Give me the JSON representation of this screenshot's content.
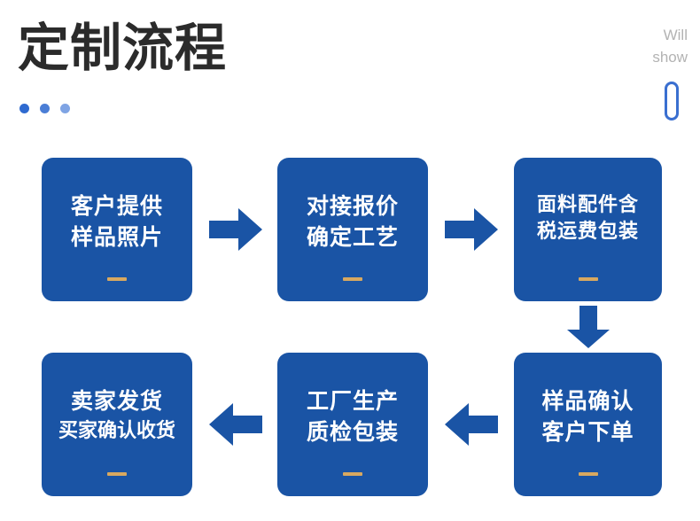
{
  "header": {
    "title": "定制流程",
    "dots": [
      {
        "name": "dot-1",
        "color": "#2f6ad0"
      },
      {
        "name": "dot-2",
        "color": "#4b7ed6"
      },
      {
        "name": "dot-3",
        "color": "#7fa4e4"
      }
    ],
    "corner_note": {
      "line1": "Will",
      "line2": "show"
    }
  },
  "colors": {
    "box_blue": "#1a54a5",
    "arrow_blue": "#1a54a5",
    "dash_gold": "#d8a860",
    "pill_blue": "#3a6fd0",
    "title_gray": "#2b2b2b",
    "note_gray": "#b3b3b3"
  },
  "flow": {
    "steps": [
      {
        "id": "step-1",
        "line1": "客户提供",
        "line2": "样品照片",
        "dash": "—"
      },
      {
        "id": "step-2",
        "line1": "对接报价",
        "line2": "确定工艺",
        "dash": "—"
      },
      {
        "id": "step-3",
        "line1": "面料配件含",
        "line2": "税运费包装",
        "dash": "—"
      },
      {
        "id": "step-4",
        "line1": "样品确认",
        "line2": "客户下单",
        "dash": "—"
      },
      {
        "id": "step-5",
        "line1": "工厂生产",
        "line2": "质检包装",
        "dash": "—"
      },
      {
        "id": "step-6",
        "line1": "卖家发货",
        "line2": "买家确认收货",
        "dash": "—"
      }
    ],
    "connectors": [
      {
        "id": "arrow-1",
        "direction": "right",
        "from": "step-1",
        "to": "step-2"
      },
      {
        "id": "arrow-2",
        "direction": "right",
        "from": "step-2",
        "to": "step-3"
      },
      {
        "id": "arrow-3",
        "direction": "down",
        "from": "step-3",
        "to": "step-4"
      },
      {
        "id": "arrow-4",
        "direction": "left",
        "from": "step-4",
        "to": "step-5"
      },
      {
        "id": "arrow-5",
        "direction": "left",
        "from": "step-5",
        "to": "step-6"
      }
    ]
  }
}
